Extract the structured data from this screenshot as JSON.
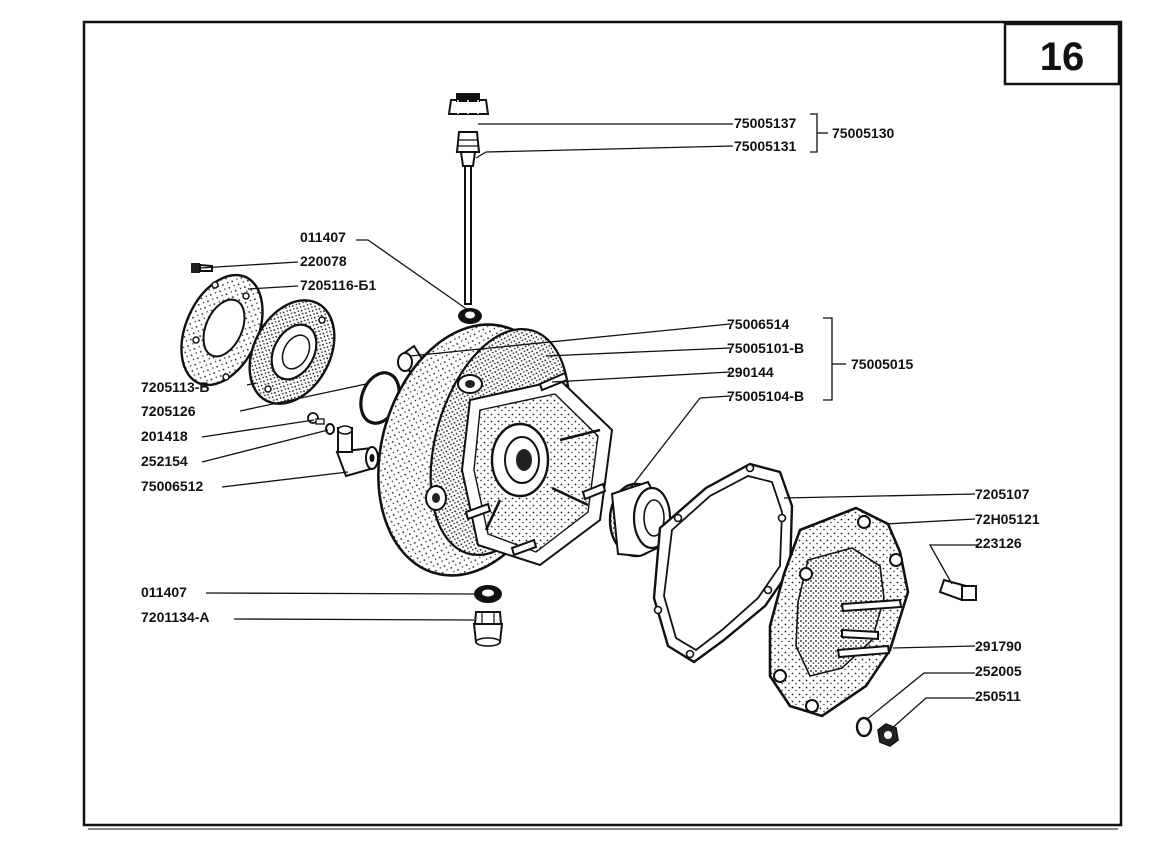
{
  "page_number": "16",
  "labels": {
    "p75005137": "75005137",
    "p75005131": "75005131",
    "grp75005130": "75005130",
    "p011407_top": "011407",
    "p220078": "220078",
    "p7205116_B1": "7205116-Б1",
    "p7205113_B": "7205113-Б",
    "p7205126": "7205126",
    "p201418": "201418",
    "p252154": "252154",
    "p75006512": "75006512",
    "p75006514": "75006514",
    "p75005101_B": "75005101-В",
    "p290144": "290144",
    "p75005104_B": "75005104-В",
    "grp75005015": "75005015",
    "p7205107": "7205107",
    "p72H05121": "72Н05121",
    "p223126": "223126",
    "p011407_bottom": "011407",
    "p7201134_A": "7201134-А",
    "p291790": "291790",
    "p252005": "252005",
    "p250511": "250511"
  }
}
